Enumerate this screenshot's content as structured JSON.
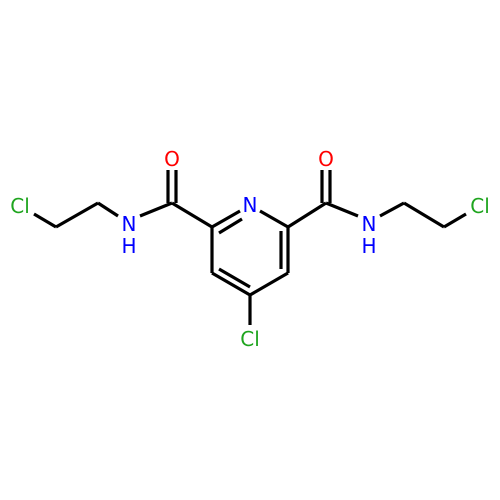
{
  "colors": {
    "bond": "#000000",
    "carbon": "#000000",
    "nitrogen": "#0000ff",
    "oxygen": "#ff0000",
    "chlorine": "#1fa51f"
  },
  "atoms": {
    "cl_left": {
      "text": "Cl",
      "element": "chlorine"
    },
    "nh_left": {
      "text": "N",
      "element": "nitrogen",
      "h": "H"
    },
    "o_left": {
      "text": "O",
      "element": "oxygen"
    },
    "n_ring": {
      "text": "N",
      "element": "nitrogen"
    },
    "o_right": {
      "text": "O",
      "element": "oxygen"
    },
    "nh_right": {
      "text": "N",
      "element": "nitrogen",
      "h": "H"
    },
    "cl_right": {
      "text": "Cl",
      "element": "chlorine"
    },
    "cl_bottom": {
      "text": "Cl",
      "element": "chlorine"
    }
  }
}
